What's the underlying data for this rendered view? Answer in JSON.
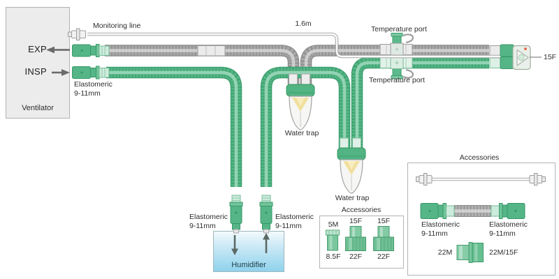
{
  "colors": {
    "tube_green": "#4eb07f",
    "tube_gray": "#a3a3a3",
    "connector_green": "#55b586",
    "humidifier_blue": "#8fd2ec",
    "water_trap_yellow": "#f3e3a2"
  },
  "ventilator": {
    "label": "Ventilator",
    "exp_port": "EXP",
    "insp_port": "INSP"
  },
  "circuit": {
    "monitoring_line_label": "Monitoring line",
    "length_label": "1.6m",
    "temperature_port_top": "Temperature port",
    "temperature_port_bottom": "Temperature port",
    "water_trap_exp": "Water trap",
    "water_trap_insp": "Water trap",
    "y_piece_size": "15F"
  },
  "elastomeric": {
    "material": "Elastomeric",
    "size": "9-11mm"
  },
  "humidifier": {
    "label": "Humidifier"
  },
  "accessories_small": {
    "title": "Accessories",
    "items": [
      {
        "top": "5M",
        "bottom": "8.5F"
      },
      {
        "top": "15F",
        "bottom": "22F"
      },
      {
        "top": "15F",
        "bottom": "22F"
      }
    ]
  },
  "accessories_large": {
    "title": "Accessories",
    "adapter_left": "22M",
    "adapter_right": "22M/15F"
  }
}
